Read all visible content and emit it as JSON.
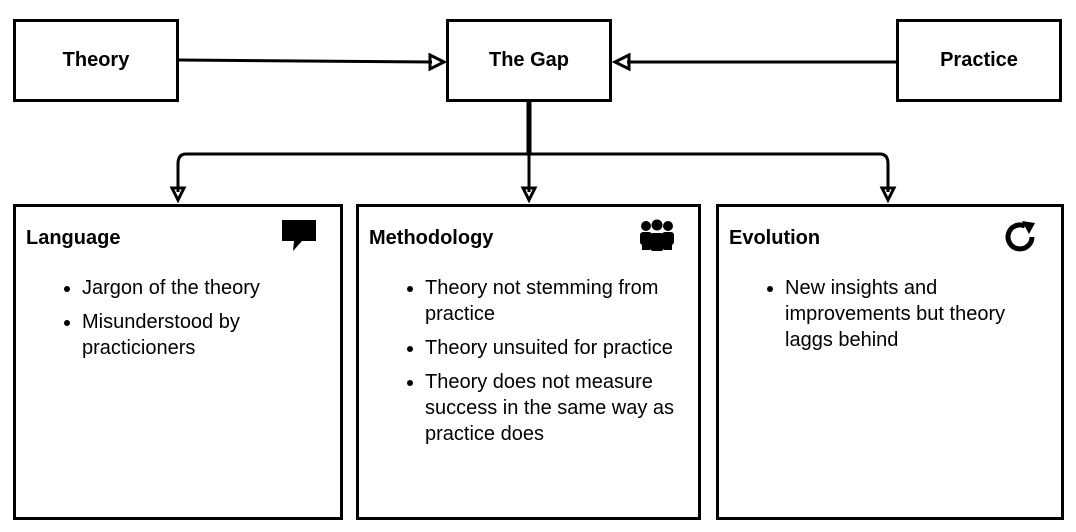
{
  "diagram": {
    "top": {
      "theory": "Theory",
      "gap": "The Gap",
      "practice": "Practice"
    },
    "cards": [
      {
        "title": "Language",
        "icon": "speech-bubble-icon",
        "items": [
          "Jargon of the theory",
          "Misunderstood by practicioners"
        ]
      },
      {
        "title": "Methodology",
        "icon": "people-group-icon",
        "items": [
          "Theory not stemming from practice",
          "Theory unsuited for practice",
          "Theory does not measure success in the same way as practice does"
        ]
      },
      {
        "title": "Evolution",
        "icon": "refresh-icon",
        "items": [
          "New insights and improvements but theory laggs behind"
        ]
      }
    ]
  }
}
